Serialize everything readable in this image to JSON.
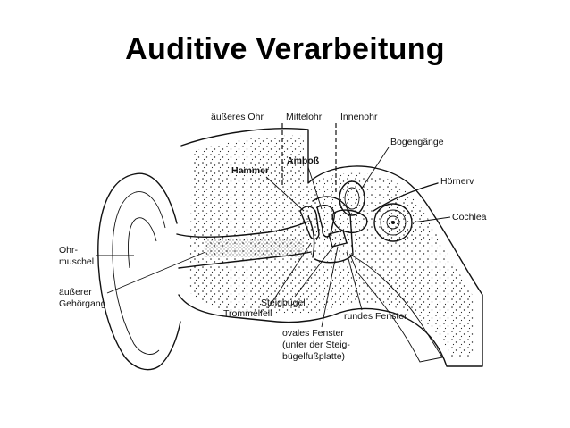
{
  "title": "Auditive Verarbeitung",
  "diagram": {
    "section_labels": {
      "outer_ear": "äußeres Ohr",
      "middle_ear": "Mittelohr",
      "inner_ear": "Innenohr"
    },
    "labels": {
      "hammer": "Hammer",
      "amboss": "Amboß",
      "bogengaenge": "Bogengänge",
      "hoernerv": "Hörnerv",
      "cochlea": "Cochlea",
      "ohrmuschel_1": "Ohr-",
      "ohrmuschel_2": "muschel",
      "gehoergang_1": "äußerer",
      "gehoergang_2": "Gehörgang",
      "steigbuegel": "Steigbügel",
      "trommelfell": "Trommelfell",
      "runder_fenster": "rundes Fenster",
      "ovales_1": "ovales Fenster",
      "ovales_2": "(unter der Steig-",
      "ovales_3": "bügelfußplatte)"
    }
  }
}
